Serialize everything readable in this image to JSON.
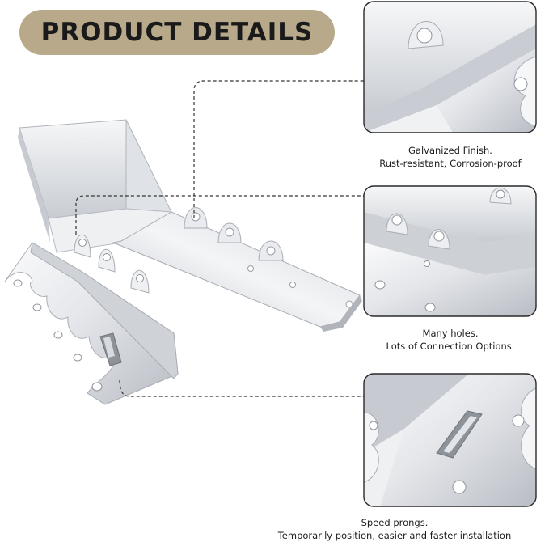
{
  "banner": {
    "title": "PRODUCT DETAILS"
  },
  "details": [
    {
      "line1": "Galvanized Finish.",
      "line2": "Rust-resistant, Corrosion-proof"
    },
    {
      "line1": "Many holes.",
      "line2": "Lots of Connection Options."
    },
    {
      "line1": "Speed prongs.",
      "line2": "Temporarily position, easier and faster installation"
    }
  ],
  "colors": {
    "banner_fill": "#b8a98a",
    "metal_light": "#f3f4f6",
    "metal_mid": "#d9dce1",
    "metal_dark": "#a9adb4",
    "frame_border": "#2a2a2a",
    "dashed_line": "#333333"
  }
}
